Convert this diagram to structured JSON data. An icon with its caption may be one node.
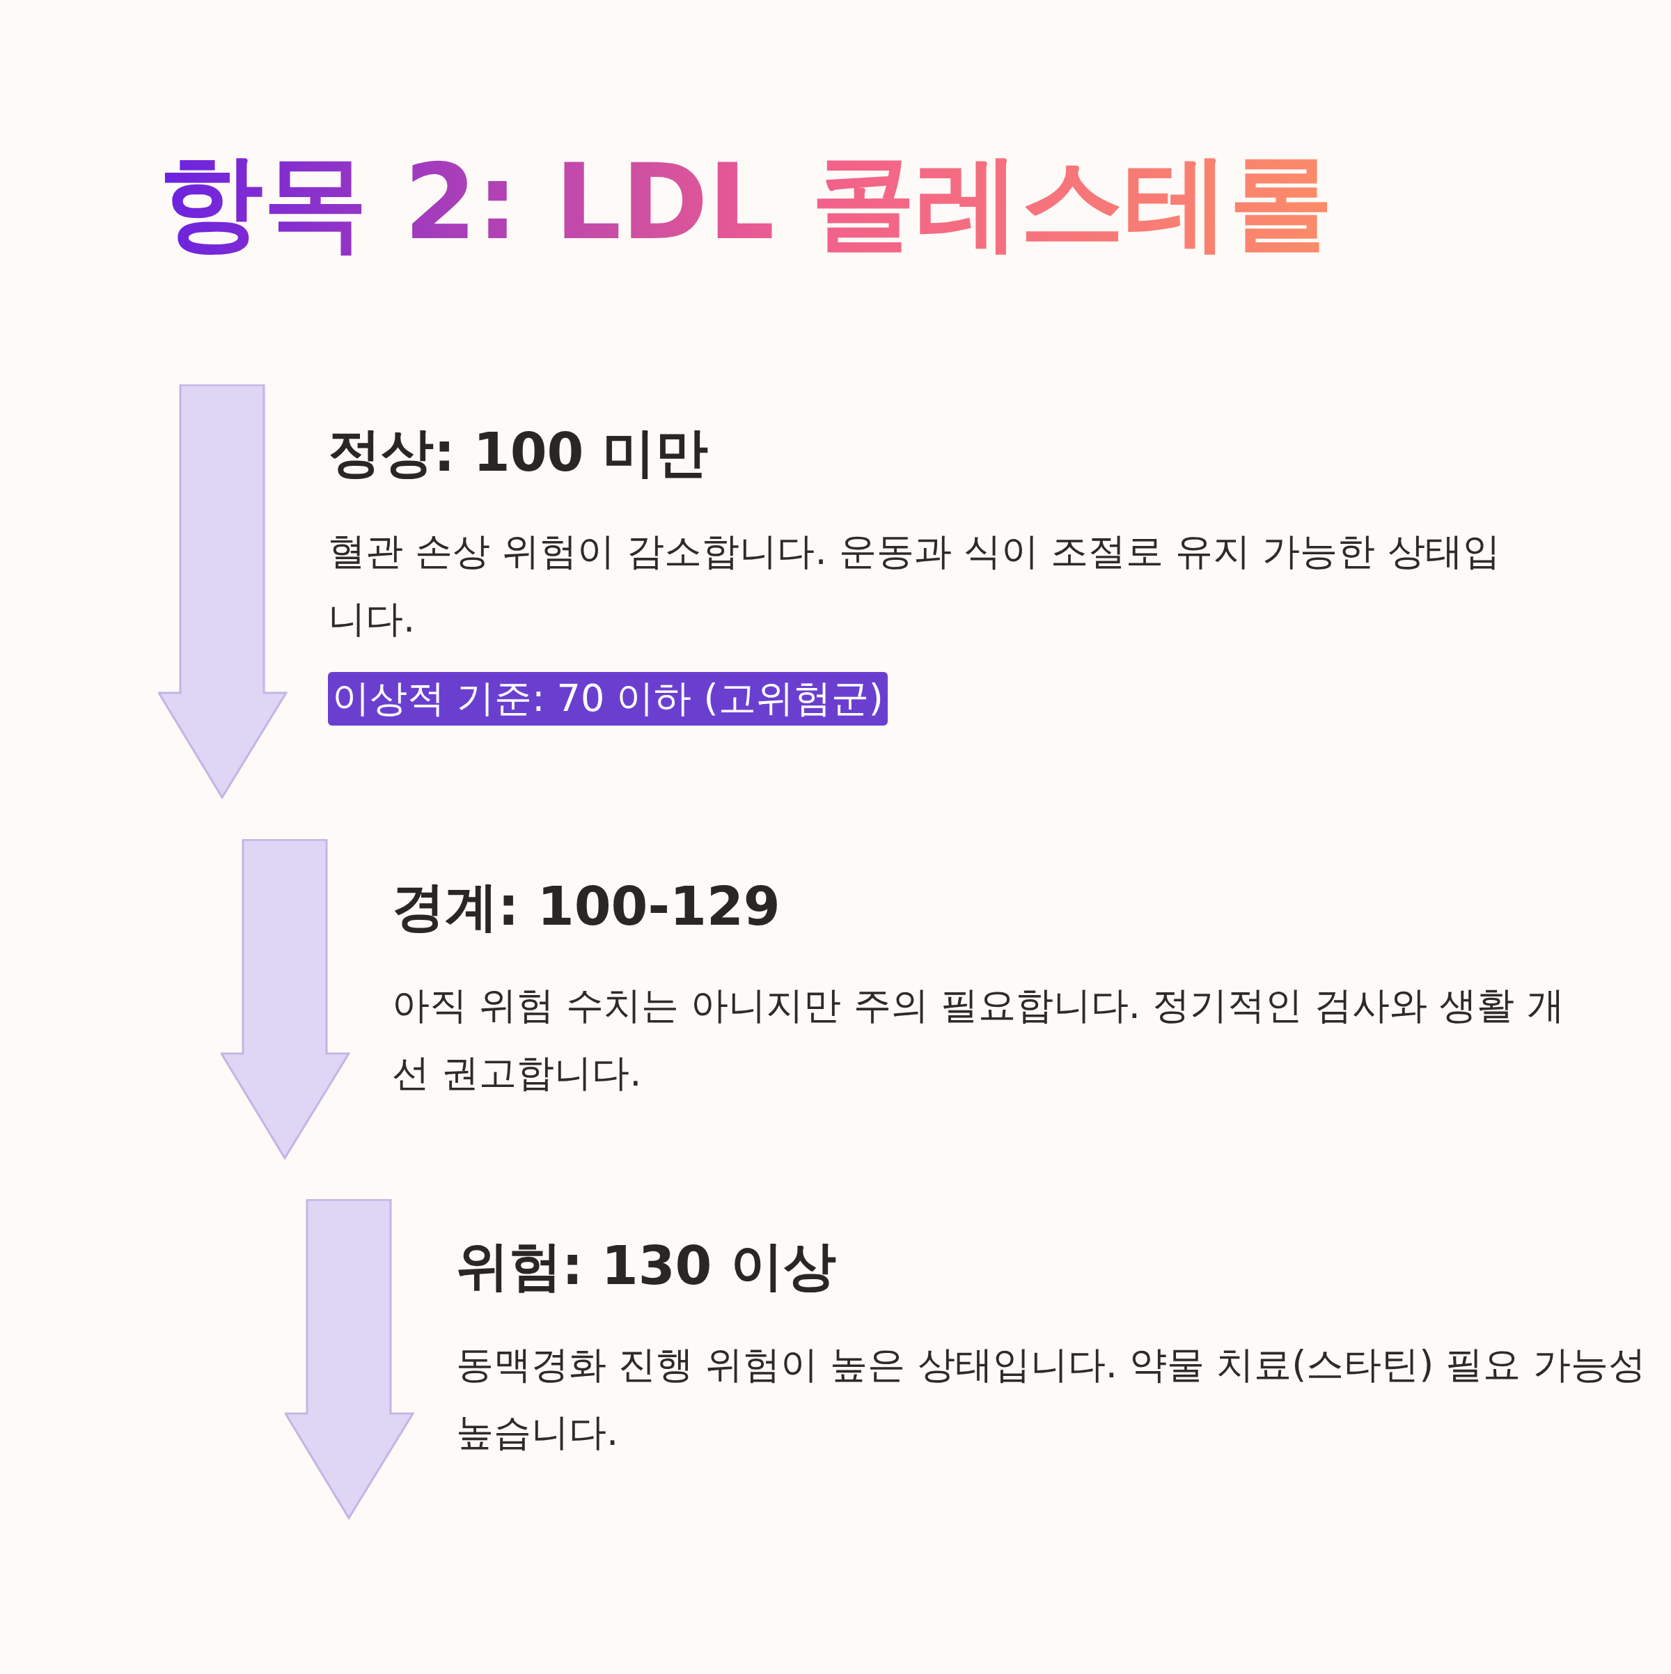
{
  "diagram": {
    "title": "항목 2: LDL 콜레스테롤",
    "nodes": [
      {
        "text": [
          "정상: 100 미만",
          "혈관 손상 위험이 감소합니다. 운동과 식이 조절로 유지 가능한 상태입니다."
        ]
      },
      {
        "text": [
          "이상적 기준: 70 이하 (고위험군)"
        ],
        "in": 0
      },
      {
        "text": [
          "경계: 100-129",
          "아직 위험 수치는 아니지만 주의 필요합니다. 정기적인 검사와 생활 개선 권고합니다."
        ]
      },
      {
        "text": [
          "위험: 130 이상",
          "동맥경화 진행 위험이 높은 상태입니다. 약물 치료(스타틴) 필요 가능성 높습니다."
        ]
      }
    ]
  }
}
